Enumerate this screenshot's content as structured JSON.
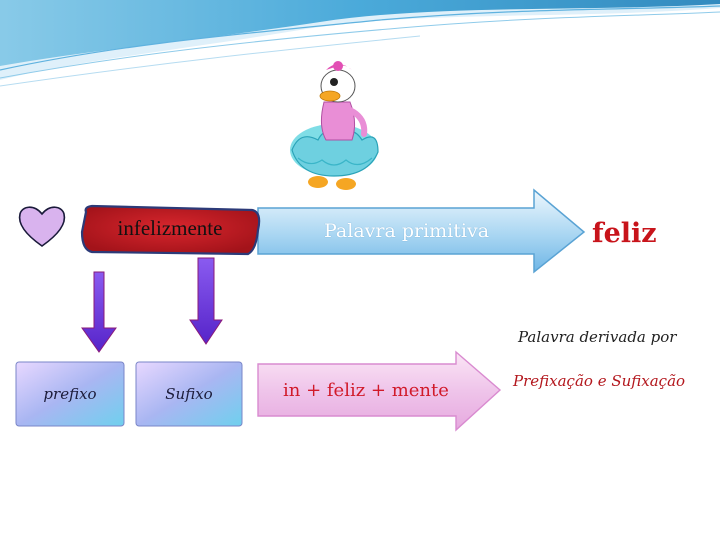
{
  "diagram": {
    "word": "infelizmente",
    "primitive_arrow_label": "Palavra primitiva",
    "primitive_word": "feliz",
    "prefix_label": "prefixo",
    "suffix_label": "Sufixo",
    "formation_label": "in + feliz + mente",
    "derived_caption": "Palavra derivada por",
    "process_caption": "Prefixação e Sufixação"
  },
  "colors": {
    "accent_red": "#b3171d",
    "arrow_purple": "#6a2fd1",
    "primitive_word_red": "#c8141b",
    "heart": "#d9b3ee"
  },
  "icons": [
    "heart-icon",
    "daisy-duck-illustration"
  ]
}
